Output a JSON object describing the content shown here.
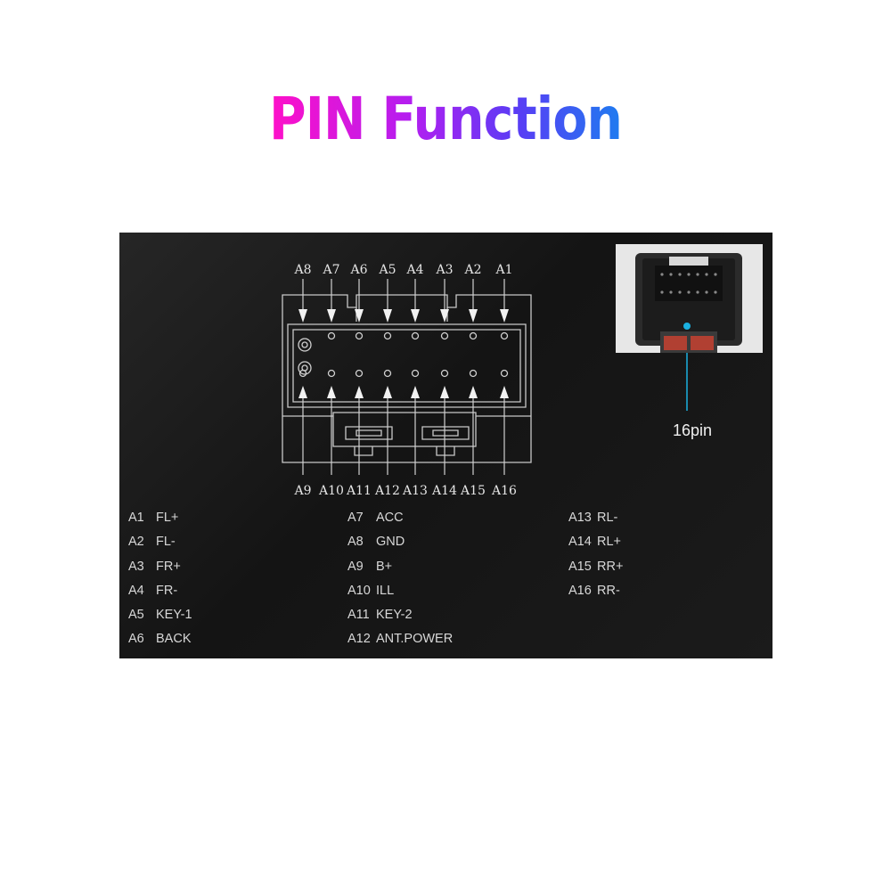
{
  "title": "PIN Function",
  "connector": {
    "top_labels": [
      "A8",
      "A7",
      "A6",
      "A5",
      "A4",
      "A3",
      "A2",
      "A1"
    ],
    "bottom_labels": [
      "A9",
      "A10",
      "A11",
      "A12",
      "A13",
      "A14",
      "A15",
      "A16"
    ]
  },
  "photo_callout": "16pin",
  "legend": {
    "col1": [
      {
        "pin": "A1",
        "fn": "FL+"
      },
      {
        "pin": "A2",
        "fn": "FL-"
      },
      {
        "pin": "A3",
        "fn": "FR+"
      },
      {
        "pin": "A4",
        "fn": "FR-"
      },
      {
        "pin": "A5",
        "fn": "KEY-1"
      },
      {
        "pin": "A6",
        "fn": "BACK"
      }
    ],
    "col2": [
      {
        "pin": "A7",
        "fn": "ACC"
      },
      {
        "pin": "A8",
        "fn": "GND"
      },
      {
        "pin": "A9",
        "fn": "B+"
      },
      {
        "pin": "A10",
        "fn": "ILL"
      },
      {
        "pin": "A11",
        "fn": "KEY-2"
      },
      {
        "pin": "A12",
        "fn": "ANT.POWER"
      }
    ],
    "col3": [
      {
        "pin": "A13",
        "fn": "RL-"
      },
      {
        "pin": "A14",
        "fn": "RL+"
      },
      {
        "pin": "A15",
        "fn": "RR+"
      },
      {
        "pin": "A16",
        "fn": "RR-"
      }
    ]
  },
  "colors": {
    "title_gradient": [
      "#ff10c8",
      "#b41ef0",
      "#5a3cf5",
      "#1e7cf0"
    ],
    "panel_bg": "#1b1b1b",
    "callout_line": "#1ab0e0"
  }
}
